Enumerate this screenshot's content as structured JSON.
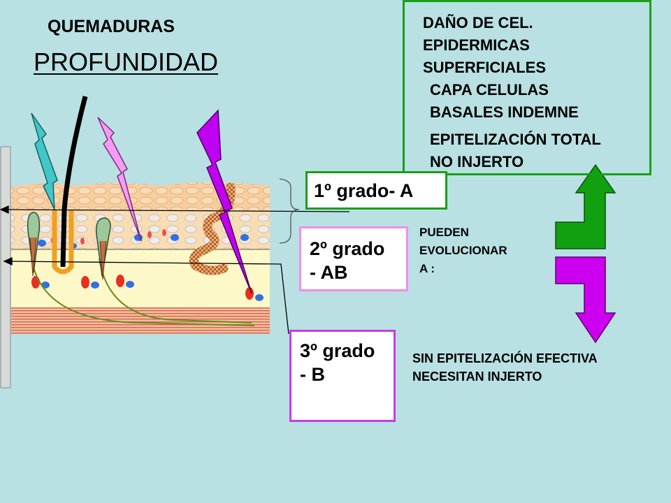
{
  "title": "QUEMADURAS",
  "subtitle": "PROFUNDIDAD",
  "grades": [
    {
      "label": "1º grado- A",
      "color": "#18a018"
    },
    {
      "label": "2º grado\n- AB",
      "color": "#f08cf0"
    },
    {
      "label": "3º grado\n- B",
      "color": "#c83ce6"
    }
  ],
  "info_box": {
    "line1": "DAÑO DE CEL.\nEPIDERMICAS\nSUPERFICIALES",
    "line2": "CAPA CELULAS\nBASALES INDEMNE",
    "line3": "EPITELIZACIÓN TOTAL\nNO INJERTO"
  },
  "evolution_text": "PUEDEN\nEVOLUCIONAR\nA :",
  "outcome_text": "SIN EPITELIZACIÓN EFECTIVA\nNECESITAN INJERTO",
  "colors": {
    "background": "#b9e0e3",
    "arrow_up": "#10a010",
    "arrow_down": "#cc00ee",
    "bolt_teal": "#40c8c8",
    "bolt_pink": "#f49cf4",
    "bolt_purple": "#c000f0"
  },
  "icons": [
    "lightning-bolt-teal-icon",
    "lightning-bolt-pink-icon",
    "lightning-bolt-purple-icon",
    "hair-follicle-icon",
    "sweat-gland-icon"
  ]
}
